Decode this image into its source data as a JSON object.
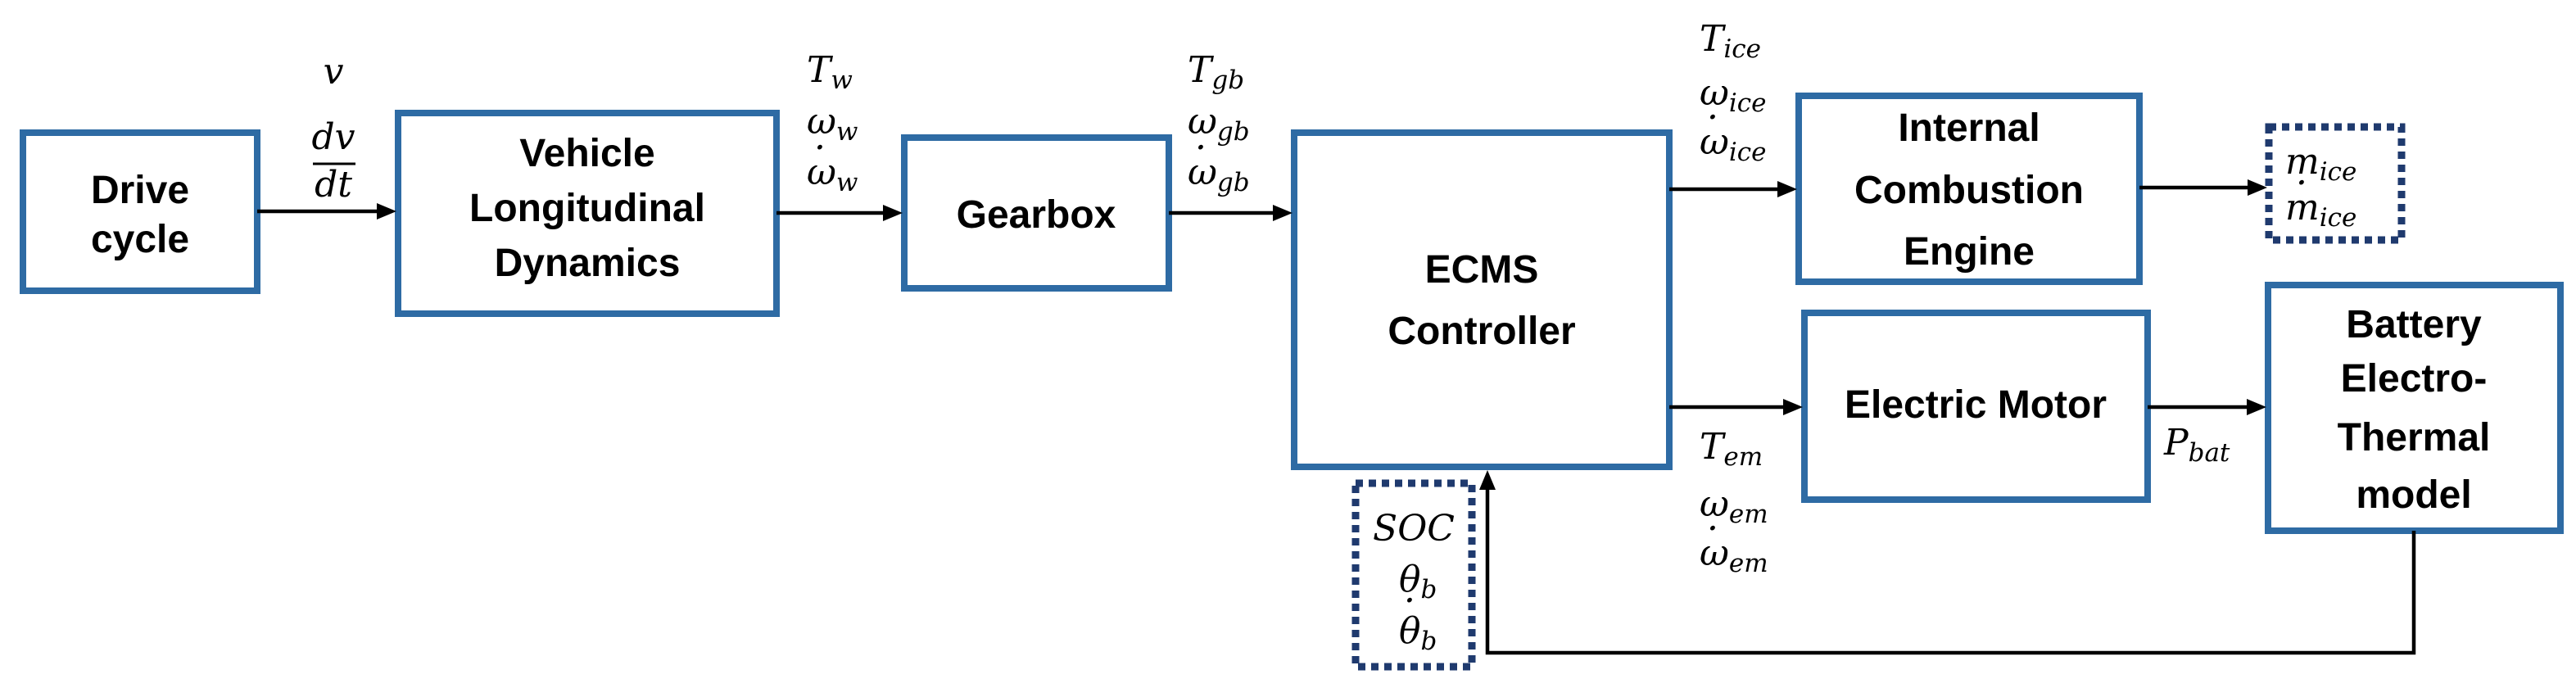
{
  "blocks": {
    "drive_cycle": [
      "Drive",
      "cycle"
    ],
    "vehicle_dynamics": [
      "Vehicle",
      "Longitudinal",
      "Dynamics"
    ],
    "gearbox": [
      "Gearbox"
    ],
    "ecms": [
      "ECMS",
      "Controller"
    ],
    "ice": [
      "Internal",
      "Combustion",
      "Engine"
    ],
    "motor": [
      "Electric Motor"
    ],
    "battery": [
      "Battery",
      "Electro-",
      "Thermal",
      "model"
    ]
  },
  "signals": {
    "velocity": {
      "sym": "v"
    },
    "accel": {
      "num": "dv",
      "den": "dt"
    },
    "wheel": [
      {
        "base": "T",
        "sub": "w",
        "dot": false
      },
      {
        "base": "ω",
        "sub": "w",
        "dot": false
      },
      {
        "base": "ω",
        "sub": "w",
        "dot": true
      }
    ],
    "gearbox_out": [
      {
        "base": "T",
        "sub": "gb",
        "dot": false
      },
      {
        "base": "ω",
        "sub": "gb",
        "dot": false
      },
      {
        "base": "ω",
        "sub": "gb",
        "dot": true
      }
    ],
    "ice_in": [
      {
        "base": "T",
        "sub": "ice",
        "dot": false
      },
      {
        "base": "ω",
        "sub": "ice",
        "dot": false
      },
      {
        "base": "ω",
        "sub": "ice",
        "dot": true
      }
    ],
    "ice_out": [
      {
        "base": "m",
        "sub": "ice",
        "dot": false
      },
      {
        "base": "m",
        "sub": "ice",
        "dot": true
      }
    ],
    "em_in": [
      {
        "base": "T",
        "sub": "em",
        "dot": false
      },
      {
        "base": "ω",
        "sub": "em",
        "dot": false
      },
      {
        "base": "ω",
        "sub": "em",
        "dot": true
      }
    ],
    "battery_power": {
      "base": "P",
      "sub": "bat"
    },
    "battery_feedback": [
      {
        "base": "SOC",
        "sub": "",
        "dot": false
      },
      {
        "base": "θ",
        "sub": "b",
        "dot": false
      },
      {
        "base": "θ",
        "sub": "b",
        "dot": true
      }
    ]
  }
}
